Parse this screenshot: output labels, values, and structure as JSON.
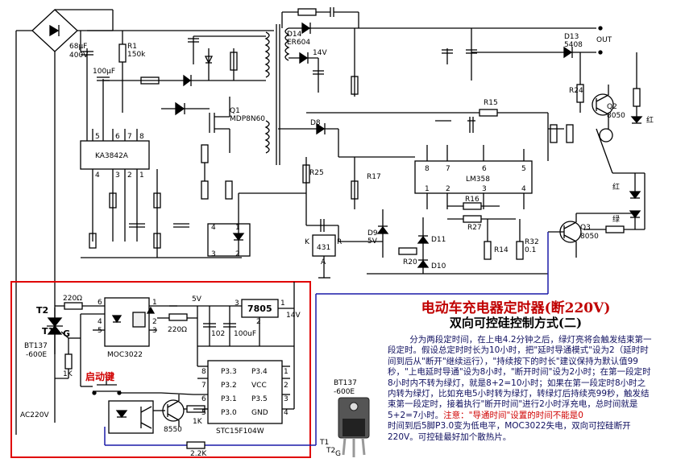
{
  "title": "电动车充电器定时器(断220V)",
  "subtitle": "双向可控硅控制方式(二)",
  "description_parts": {
    "main": "分为两段定时间，在上电4.2分钟之后，绿灯亮将会触发结束第一段定时。假设总定时时长为10小时，把\"延时导通模式\"设为2（延时时间到后从\"断开\"继续运行），\"持续按下的时长\"建议保持为默认值99秒，\"上电延时导通\"设为8小时，\"断开时间\"设为2小时；在第一段定时8小时内不转为绿灯，就是8+2=10小时；如果在第一段定时8小时之内转为绿灯，比如充电5小时转为绿灯，转绿灯后持续亮99秒，触发结束第一段定时，接着执行\"断开时间\"进行2小时浮充电，总时间就是5+2=7小时。",
    "note": "注意：\"导通时间\"设置的时间不能是0",
    "tail": "时间到后5脚P3.0变为低电平，MOC3022失电，双向可控硅断开220V。可控硅最好加个散热片。"
  },
  "start_key_label": "启动键",
  "labels": {
    "cap_68uf": "68μF",
    "v400": "400V",
    "r1": "R1",
    "r1_val": "150k",
    "cap_100uf": "100μF",
    "d14": "D14",
    "er604": "ER604",
    "v14_top": "14V",
    "d13": "D13",
    "d13_val": "5408",
    "out": "OUT",
    "q1": "Q1",
    "q1_val": "MDP8N60",
    "ka3842a": "KA3842A",
    "d8": "D8",
    "r15": "R15",
    "r24": "R24",
    "q2": "Q2",
    "q2_val": "8050",
    "red1": "红",
    "r25": "R25",
    "r17": "R17",
    "lm358": "LM358",
    "r16": "R16",
    "r27": "R27",
    "red2": "红",
    "green": "绿",
    "q3": "Q3",
    "q3_val": "8050",
    "u431": "431",
    "k": "K",
    "r": "R",
    "a": "A",
    "d9": "D9",
    "v5": "5V",
    "d11": "D11",
    "r20": "R20",
    "d10": "D10",
    "r14": "R14",
    "r32": "R32",
    "r32_val": "0.1",
    "t2": "T2",
    "t1": "T1",
    "g": "G",
    "bt137": "BT137",
    "v600e": "-600E",
    "r220a": "220Ω",
    "r220b": "220Ω",
    "moc3022": "MOC3022",
    "v5b": "5V",
    "u7805": "7805",
    "v14b": "14V",
    "c102": "102",
    "c100uf": "100uF",
    "p33": "P3.3",
    "p34": "P3.4",
    "p32": "P3.2",
    "vcc": "VCC",
    "p31": "P3.1",
    "p35": "P3.5",
    "p30": "P3.0",
    "gnd": "GND",
    "stc": "STC15F104W",
    "r1k_a": "1K",
    "r1k_b": "1K",
    "t8550": "8550",
    "r22k": "2.2K",
    "ac220v": "AC220V",
    "bt137_pkg": "BT137",
    "v600e_pkg": "-600E",
    "pkg_t1": "T1",
    "pkg_t2": "T2",
    "pkg_g": "G"
  },
  "colors": {
    "wire": "#000000",
    "highlight_box": "#e00000",
    "blue_wire": "#1a1aa8",
    "title": "#c00000",
    "desc": "#101060",
    "note": "#d00000"
  }
}
